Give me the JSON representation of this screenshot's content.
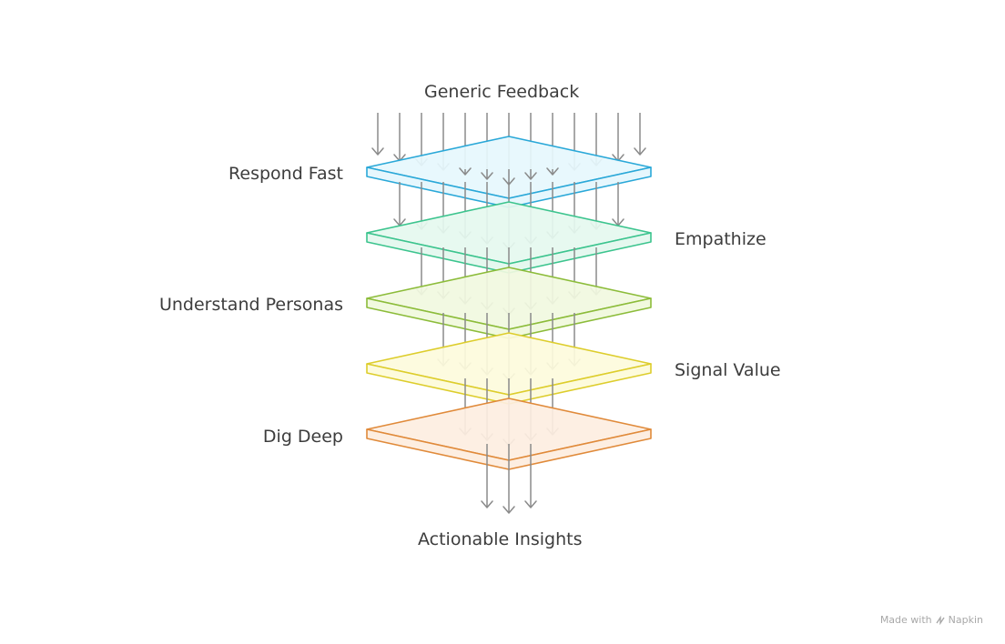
{
  "diagram": {
    "input_label": "Generic Feedback",
    "output_label": "Actionable Insights",
    "layers": [
      {
        "label": "Respond Fast",
        "side": "left",
        "stroke": "#2aa8d8",
        "fill": "#e6f7fd"
      },
      {
        "label": "Empathize",
        "side": "right",
        "stroke": "#3cc48e",
        "fill": "#e5f8ef"
      },
      {
        "label": "Understand Personas",
        "side": "left",
        "stroke": "#8cbc3a",
        "fill": "#f1f9df"
      },
      {
        "label": "Signal Value",
        "side": "right",
        "stroke": "#ddcd2c",
        "fill": "#fdfbdc"
      },
      {
        "label": "Dig Deep",
        "side": "left",
        "stroke": "#e08a3a",
        "fill": "#fdeee1"
      }
    ],
    "arrow_color": "#8a8a8a"
  },
  "footer": {
    "made_with": "Made with",
    "brand": "Napkin"
  }
}
